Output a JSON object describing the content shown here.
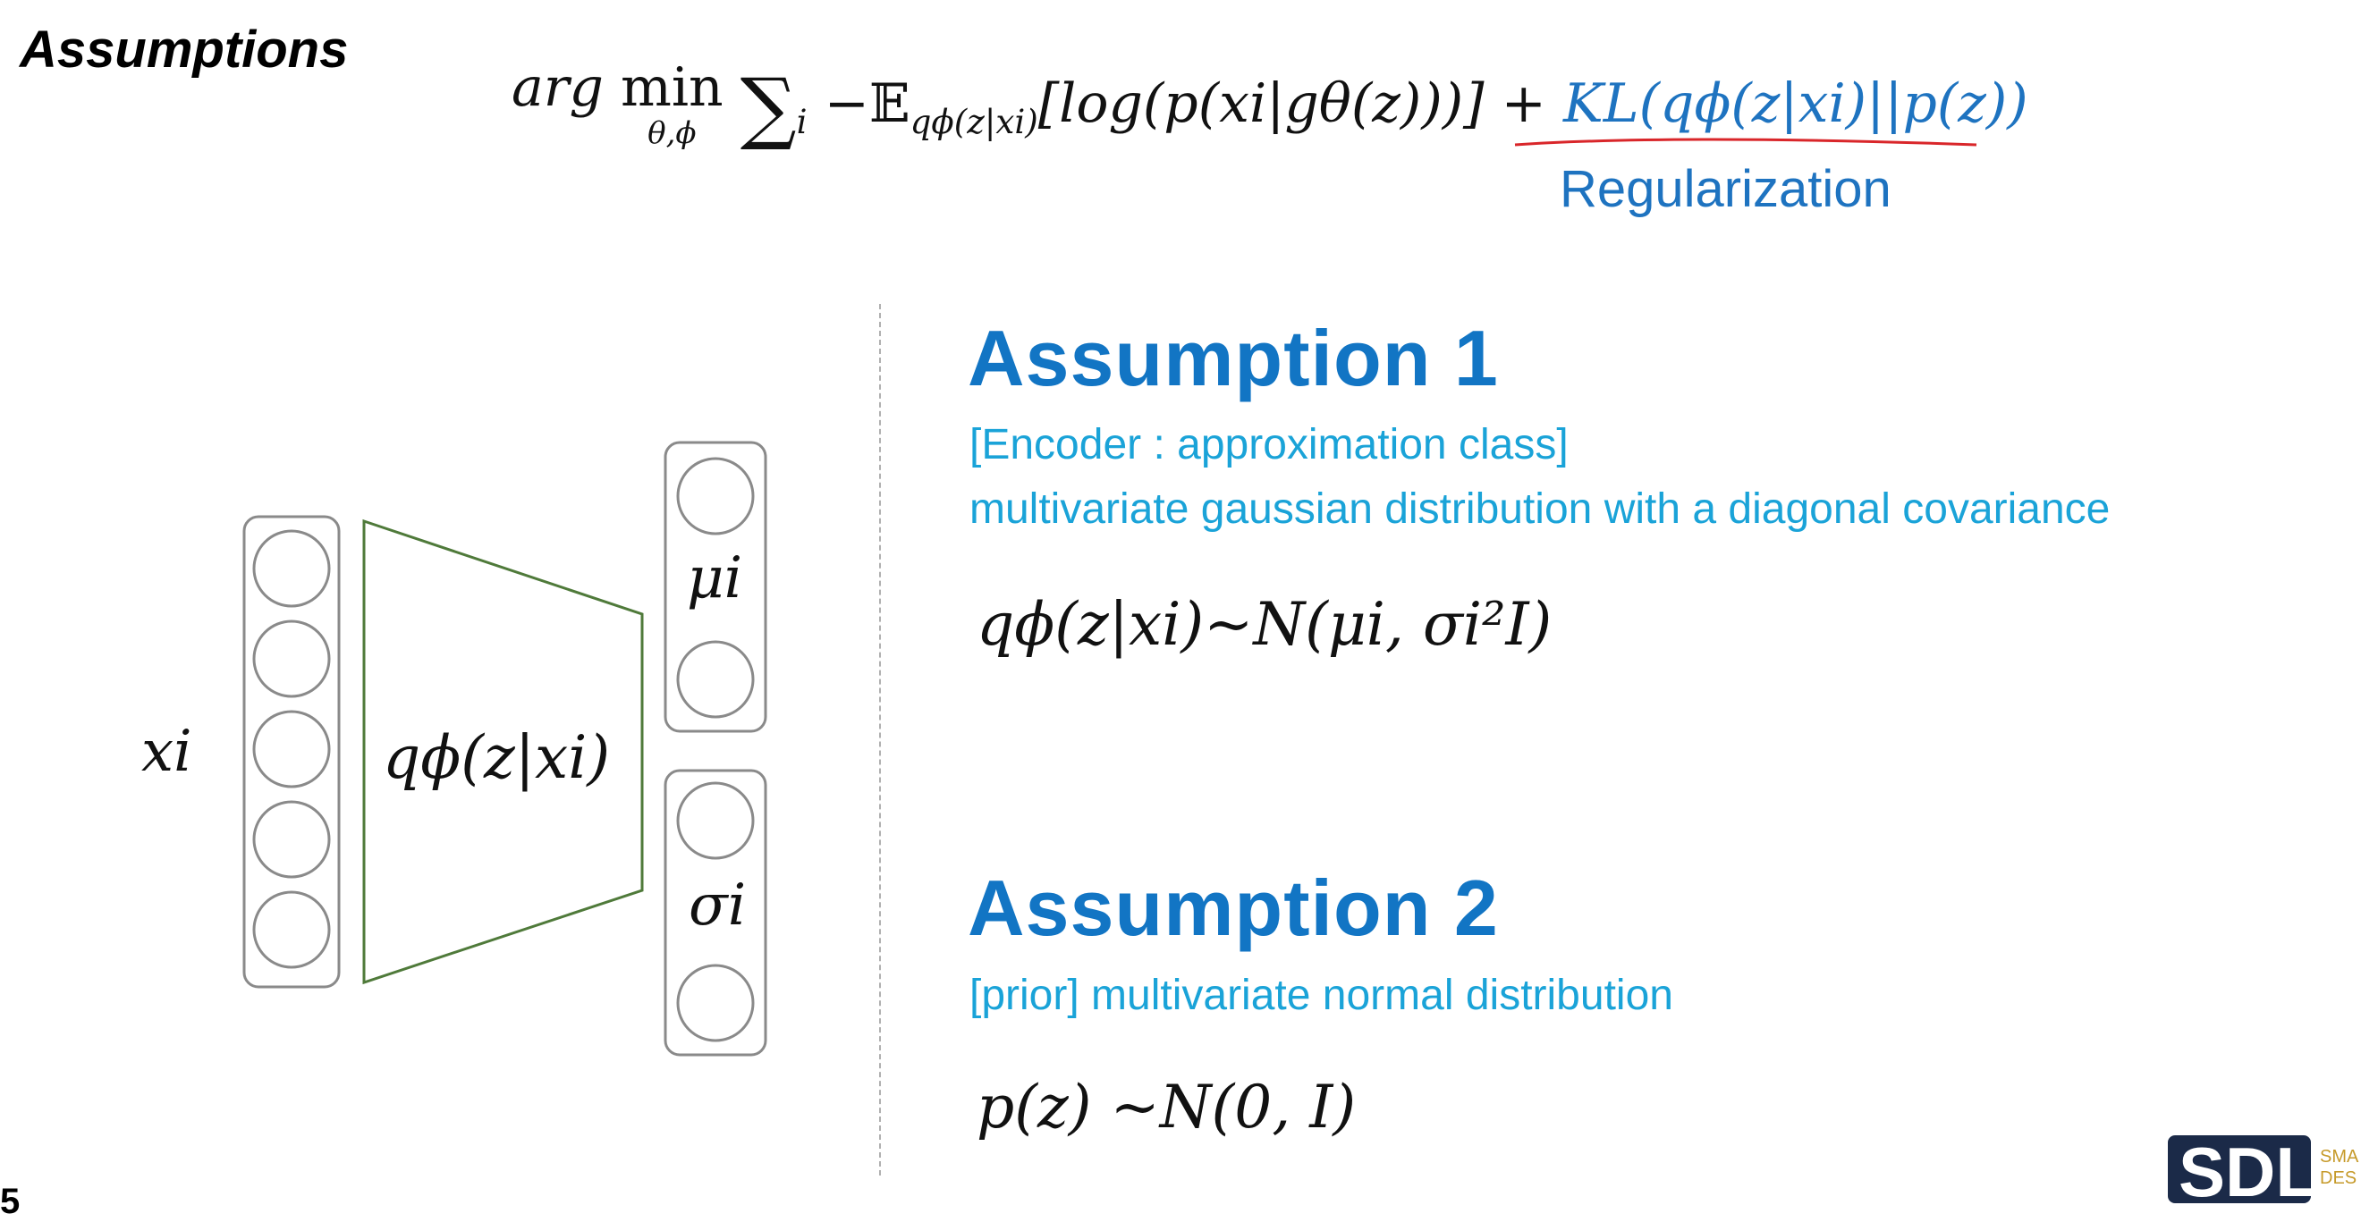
{
  "title": "Assumptions",
  "objective": {
    "argmin": "arg",
    "min": "min",
    "min_sub": "θ,ϕ",
    "sum": "∑",
    "sum_sub": "i",
    "expectation_term": "−𝔼",
    "expectation_sub": "qϕ(z|xi)",
    "log_term": "[log(p(xi|gθ(z)))]",
    "plus": "+",
    "kl_term": "KL(qϕ(z|xi)||p(z))",
    "regularization_label": "Regularization"
  },
  "diagram": {
    "input_label": "xi",
    "encoder_label": "qϕ(z|xi)",
    "mu_label": "μi",
    "sigma_label": "σi"
  },
  "assumption1": {
    "heading": "Assumption 1",
    "desc1": "[Encoder : approximation class]",
    "desc2": "multivariate gaussian distribution with a diagonal covariance",
    "formula": "qϕ(z|xi)~N(μi, σi²I)"
  },
  "assumption2": {
    "heading": "Assumption 2",
    "desc": "[prior] multivariate normal distribution",
    "formula": "p(z) ~N(0, I)"
  },
  "logo": {
    "text": "SDL",
    "side_text_1": "SMA",
    "side_text_2": "DES"
  },
  "page_number": "5",
  "colors": {
    "heading_blue": "#1275c4",
    "desc_cyan": "#1aa3d8",
    "kl_blue": "#1e73c0",
    "underline_red": "#d9262a",
    "encoder_green": "#4f7a3a",
    "node_gray": "#8a8a8a"
  }
}
